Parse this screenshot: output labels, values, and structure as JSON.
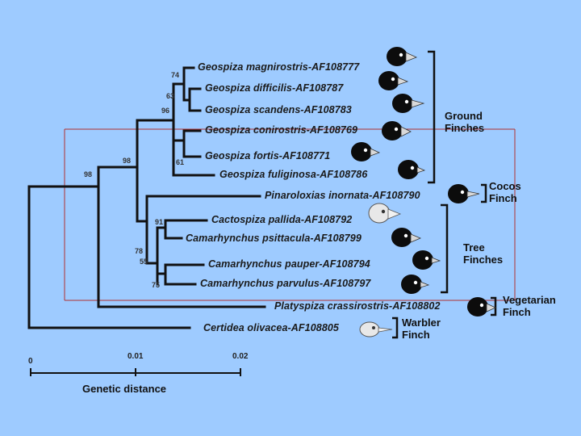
{
  "taxa": [
    "Geospiza magnirostris-AF108777",
    "Geospiza difficilis-AF108787",
    "Geospiza scandens-AF108783",
    "Geospiza conirostris-AF108769",
    "Geospiza fortis-AF108771",
    "Geospiza fuliginosa-AF108786",
    "Pinaroloxias inornata-AF108790",
    "Cactospiza pallida-AF108792",
    "Camarhynchus psittacula-AF108799",
    "Camarhynchus pauper-AF108794",
    "Camarhynchus parvulus-AF108797",
    "Platyspiza crassirostris-AF108802",
    "Certidea olivacea-AF108805"
  ],
  "support_values": [
    "74",
    "63",
    "96",
    "98",
    "61",
    "98",
    "91",
    "78",
    "55",
    "75"
  ],
  "groups": {
    "ground": [
      "Ground",
      "Finches"
    ],
    "cocos": [
      "Cocos",
      "Finch"
    ],
    "tree": [
      "Tree",
      "Finches"
    ],
    "vegetarian": [
      "Vegetarian",
      "Finch"
    ],
    "warbler": [
      "Warbler",
      "Finch"
    ]
  },
  "scale": {
    "ticks": [
      "0",
      "0.01",
      "0.02"
    ],
    "title": "Genetic distance"
  },
  "colors": {
    "background": "#9ecbff",
    "tree_line": "#111111",
    "guide_line": "#b03030",
    "bird_fill": "#0c0c0c",
    "bird_light": "#e8e8e8"
  }
}
